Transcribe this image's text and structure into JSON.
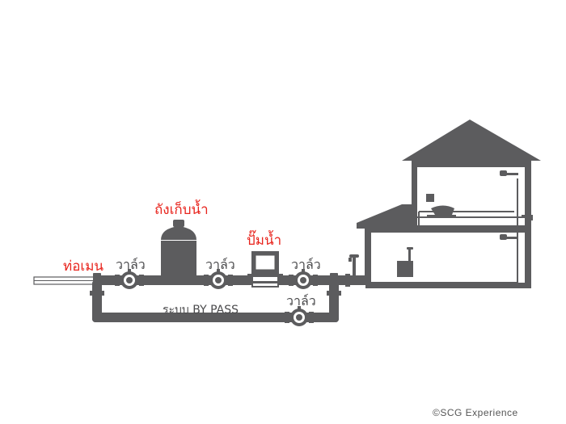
{
  "labels": {
    "main_pipe": "ท่อเมน",
    "storage_tank": "ถังเก็บน้ำ",
    "water_pump": "ปั๊มน้ำ",
    "valve": "วาล์ว",
    "bypass": "ระบบ BY PASS"
  },
  "copyright": "©SCG Experience",
  "colors": {
    "pipe": "#5c5c5e",
    "red_label": "#e8231c",
    "dark_label": "#4a4a4c",
    "house_fill": "#5c5c5e"
  }
}
